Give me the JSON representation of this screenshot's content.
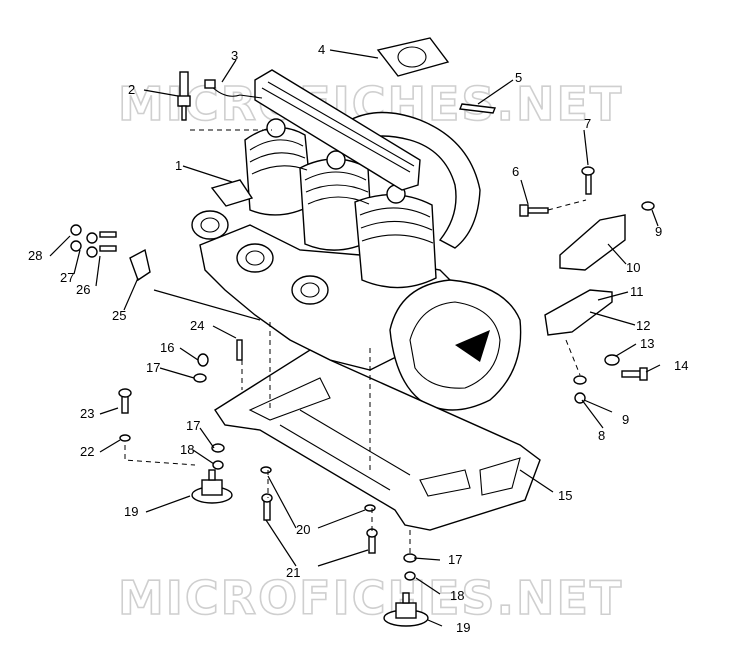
{
  "watermark": {
    "text_top": "MICROFICHES.NET",
    "text_bottom": "MICROFICHES.NET"
  },
  "callouts": [
    {
      "id": "1"
    },
    {
      "id": "2"
    },
    {
      "id": "3"
    },
    {
      "id": "4"
    },
    {
      "id": "5"
    },
    {
      "id": "6"
    },
    {
      "id": "7"
    },
    {
      "id": "8"
    },
    {
      "id": "9"
    },
    {
      "id": "9"
    },
    {
      "id": "10"
    },
    {
      "id": "11"
    },
    {
      "id": "12"
    },
    {
      "id": "13"
    },
    {
      "id": "14"
    },
    {
      "id": "15"
    },
    {
      "id": "16"
    },
    {
      "id": "17"
    },
    {
      "id": "17"
    },
    {
      "id": "17"
    },
    {
      "id": "18"
    },
    {
      "id": "18"
    },
    {
      "id": "19"
    },
    {
      "id": "19"
    },
    {
      "id": "20"
    },
    {
      "id": "21"
    },
    {
      "id": "22"
    },
    {
      "id": "23"
    },
    {
      "id": "24"
    },
    {
      "id": "25"
    },
    {
      "id": "26"
    },
    {
      "id": "27"
    },
    {
      "id": "28"
    }
  ]
}
